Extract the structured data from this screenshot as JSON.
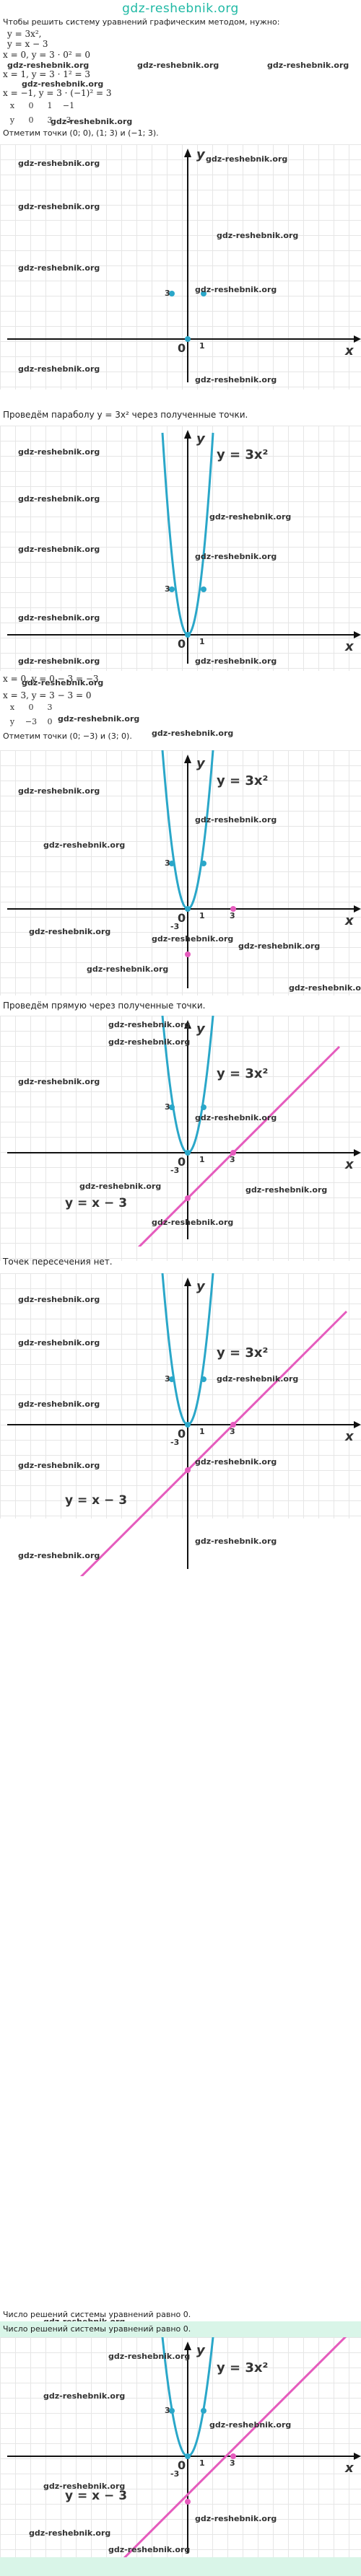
{
  "logo": "gdz-reshebnik.org",
  "intro": "Чтобы решить систему уравнений графическим методом, нужно:",
  "system": {
    "eq1": "y = 3x²,",
    "eq2": "y = x − 3"
  },
  "calc": [
    "x = 0, y = 3 · 0² = 0",
    "x = 1, y = 3 · 1² = 3",
    "x = −1, y = 3 · (−1)² = 3"
  ],
  "table1": {
    "x": [
      "x",
      "0",
      "1",
      "−1"
    ],
    "y": [
      "y",
      "0",
      "3",
      "3"
    ]
  },
  "points1": "Отметим точки (0; 0), (1; 3) и (−1; 3).",
  "parabola_text": "Проведём параболу y = 3x² через полученные точки.",
  "calc2": [
    "x = 0, y = 0 − 3 = −3",
    "x = 3, y = 3 − 3 = 0"
  ],
  "table2": {
    "x": [
      "x",
      "0",
      "3"
    ],
    "y": [
      "y",
      "−3",
      "0"
    ]
  },
  "points2": "Отметим точки (0; −3) и (3; 0).",
  "line_text": "Проведём прямую через полученные точки.",
  "no_intersection": "Точек пересечения нет.",
  "answer_text": "Число решений системы уравнений равно 0.",
  "answer_highlight": "Число решений системы уравнений равно 0.",
  "watermark": "gdz-reshebnik.org",
  "graph": {
    "axis_x": "x",
    "axis_y": "y",
    "label_parabola": "y = 3x²",
    "label_line": "y = x − 3",
    "origin": "0",
    "tick_1": "1",
    "tick_3": "3",
    "tick_neg3": "-3",
    "colors": {
      "parabola": "#2aa7c9",
      "line": "#e55bbd",
      "axis": "#111111",
      "point_b": "#2aa7c9",
      "point_m": "#e55bbd"
    }
  }
}
